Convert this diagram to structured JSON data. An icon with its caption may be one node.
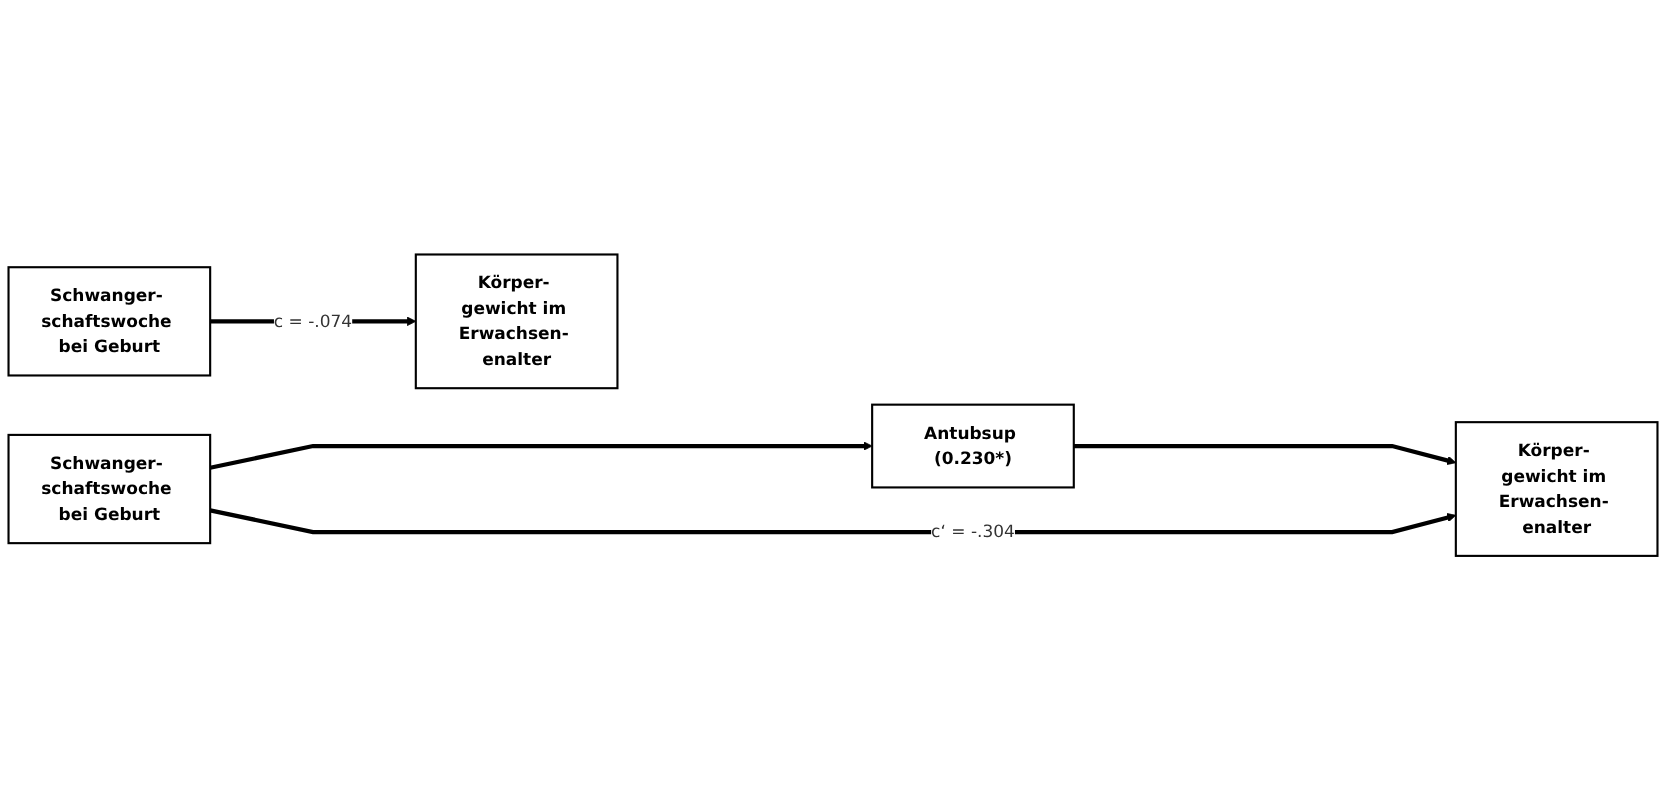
{
  "diagram": {
    "nodes": [
      {
        "text": [
          "Schwanger- schaftswoche bei Geburt"
        ]
      },
      {
        "text": [
          "Körper- gewicht im Erwachsen- enalter"
        ]
      },
      {
        "text": [
          "Antubsup (0.230*)"
        ]
      },
      {
        "text": [
          "Schwanger- schaftswoche bei Geburt"
        ]
      },
      {
        "text": [
          "Körper- gewicht im Erwachsen- enalter"
        ]
      }
    ],
    "edges": [
      {
        "from": 0,
        "to": 1,
        "arrow": "to",
        "label": "c = -.074"
      },
      {
        "from": 3,
        "to": 2,
        "arrow": "to"
      },
      {
        "from": 2,
        "to": 4,
        "arrow": "to"
      },
      {
        "from": 3,
        "to": 4,
        "arrow": "to",
        "label": "c‘ = -.304"
      }
    ]
  }
}
